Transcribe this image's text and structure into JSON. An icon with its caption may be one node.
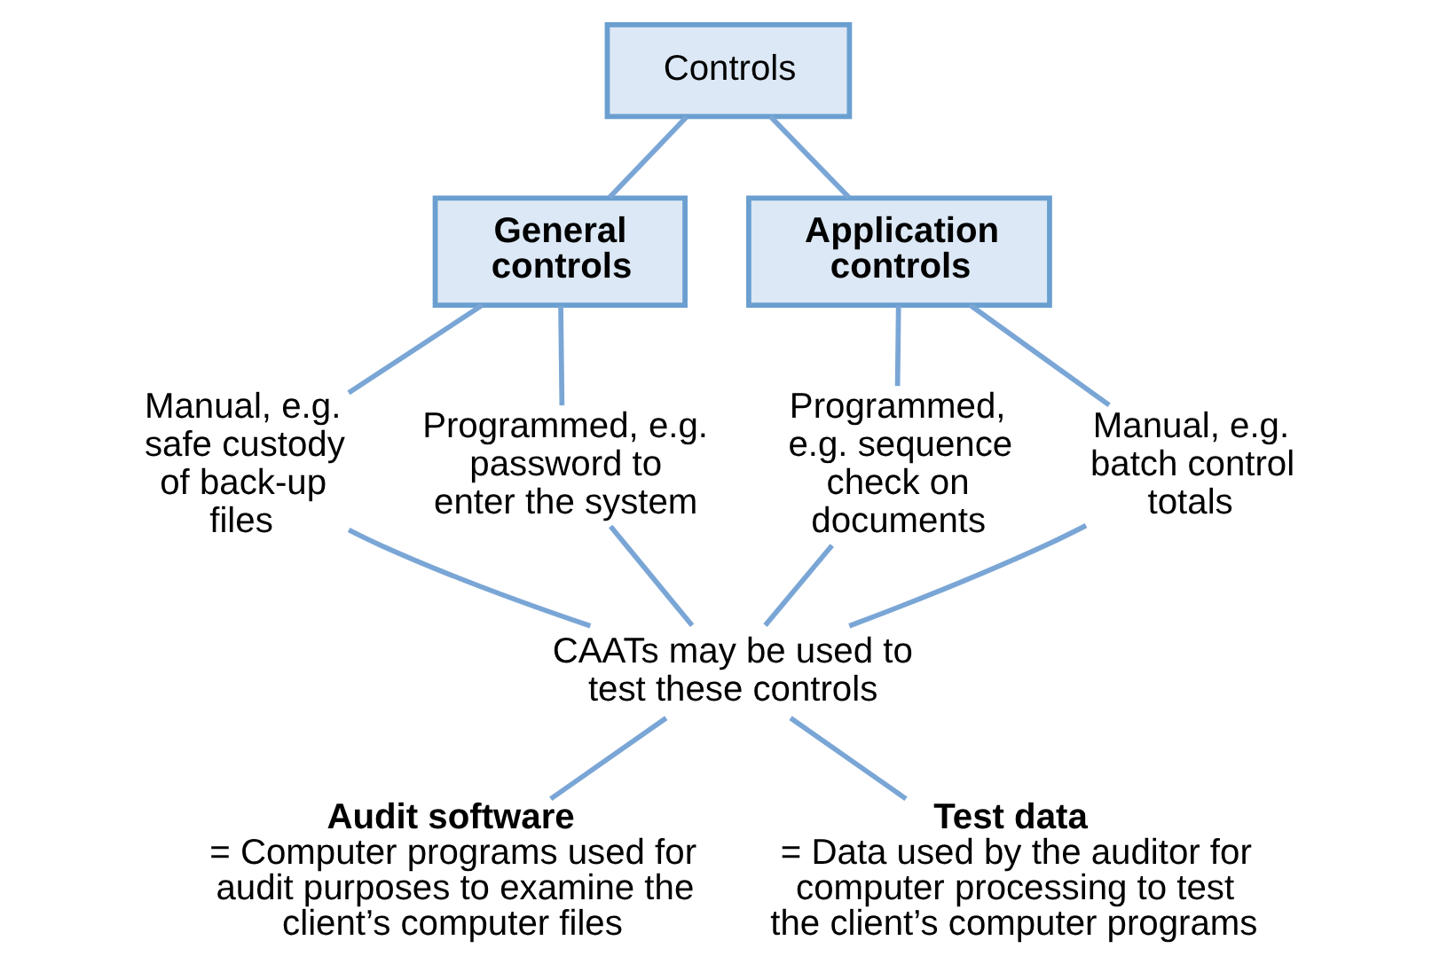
{
  "diagram": {
    "nodes": [
      {
        "text": [
          "Controls"
        ]
      },
      {
        "text": [
          "General controls"
        ]
      },
      {
        "text": [
          "Application controls"
        ]
      },
      {
        "text": [
          "Manual, e.g. safe custody of back-up files"
        ]
      },
      {
        "text": [
          "Programmed, e.g. password to enter the system"
        ]
      },
      {
        "text": [
          "Programmed, e.g. sequence check on documents"
        ]
      },
      {
        "text": [
          "Manual, e.g. batch control totals"
        ]
      },
      {
        "text": [
          "CAATs may be used to test these controls"
        ]
      },
      {
        "text": [
          "Audit software",
          "= Computer programs used for audit purposes to examine the client’s computer files"
        ]
      },
      {
        "text": [
          "Test data",
          "= Data used by the auditor for computer processing to test the client’s computer programs"
        ]
      }
    ],
    "edges": [
      {
        "from": 0,
        "to": 1,
        "arrow": "none"
      },
      {
        "from": 0,
        "to": 2,
        "arrow": "none"
      },
      {
        "from": 1,
        "to": 3,
        "arrow": "none"
      },
      {
        "from": 1,
        "to": 4,
        "arrow": "none"
      },
      {
        "from": 2,
        "to": 5,
        "arrow": "none"
      },
      {
        "from": 2,
        "to": 6,
        "arrow": "none"
      },
      {
        "from": 3,
        "to": 7,
        "arrow": "none"
      },
      {
        "from": 4,
        "to": 7,
        "arrow": "none"
      },
      {
        "from": 5,
        "to": 7,
        "arrow": "none"
      },
      {
        "from": 6,
        "to": 7,
        "arrow": "none"
      },
      {
        "from": 7,
        "to": 8,
        "arrow": "none"
      },
      {
        "from": 7,
        "to": 9,
        "arrow": "none"
      }
    ]
  }
}
